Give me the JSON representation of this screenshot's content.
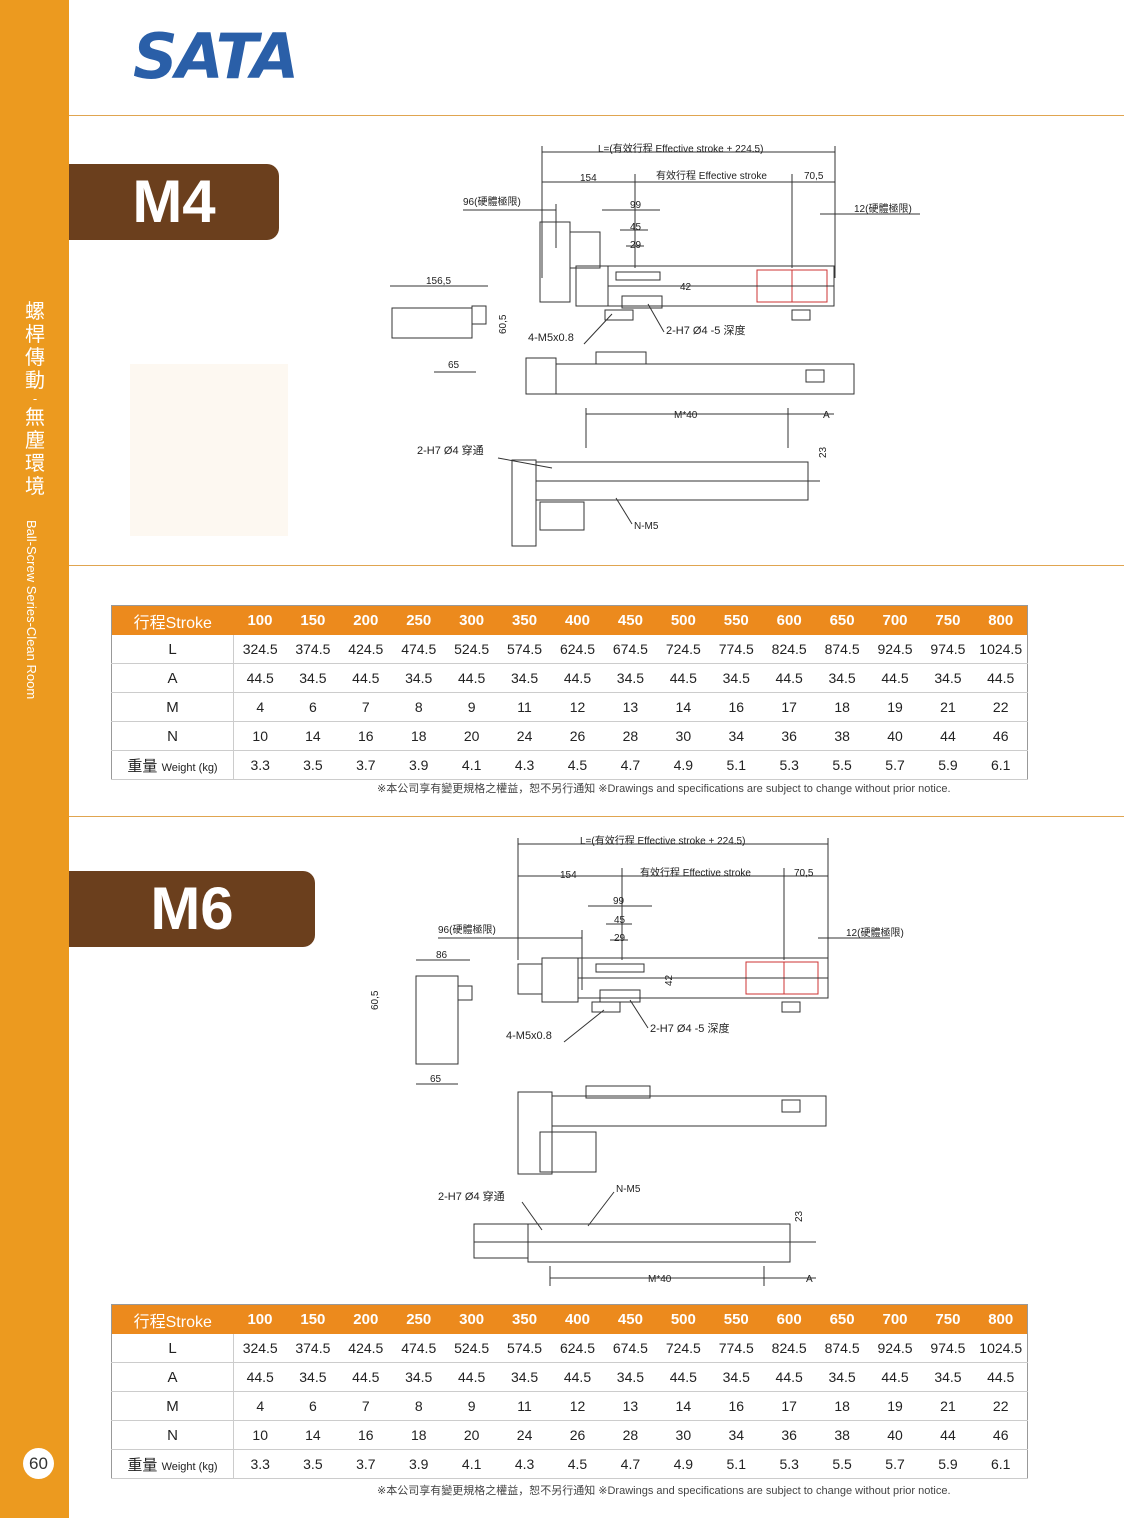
{
  "brand": "SATA",
  "page_number": "60",
  "sidebar": {
    "title_cn": [
      "螺",
      "桿",
      "傳",
      "動",
      "-",
      "無",
      "塵",
      "環",
      "境"
    ],
    "title_en": "Ball-Screw Series-Clean Room"
  },
  "colors": {
    "sidebar": "#ec9a1f",
    "model_tab": "#6b3f1d",
    "table_header": "#ec8a1d",
    "logo": "#2a5fa8"
  },
  "sections": [
    {
      "model": "M4",
      "labels": {
        "L_formula": "L=(有效行程 Effective stroke + 224.5)",
        "d154": "154",
        "effective": "有效行程 Effective stroke",
        "d70": "70,5",
        "d96": "96(硬體極限)",
        "d12": "12(硬體極限)",
        "d99": "99",
        "d45": "45",
        "d29": "29",
        "d42": "42",
        "d156": "156,5",
        "d605": "60,5",
        "d65": "65",
        "m5": "4-M5x0.8",
        "h7depth": "2-H7 Ø4 -5 深度",
        "h7thru": "2-H7 Ø4 穿通",
        "m40": "M*40",
        "a": "A",
        "d23": "23",
        "nm5": "N-M5"
      },
      "table": {
        "header_label": "行程Stroke",
        "strokes": [
          "100",
          "150",
          "200",
          "250",
          "300",
          "350",
          "400",
          "450",
          "500",
          "550",
          "600",
          "650",
          "700",
          "750",
          "800"
        ],
        "rows": [
          {
            "label": "L",
            "values": [
              "324.5",
              "374.5",
              "424.5",
              "474.5",
              "524.5",
              "574.5",
              "624.5",
              "674.5",
              "724.5",
              "774.5",
              "824.5",
              "874.5",
              "924.5",
              "974.5",
              "1024.5"
            ]
          },
          {
            "label": "A",
            "values": [
              "44.5",
              "34.5",
              "44.5",
              "34.5",
              "44.5",
              "34.5",
              "44.5",
              "34.5",
              "44.5",
              "34.5",
              "44.5",
              "34.5",
              "44.5",
              "34.5",
              "44.5"
            ]
          },
          {
            "label": "M",
            "values": [
              "4",
              "6",
              "7",
              "8",
              "9",
              "11",
              "12",
              "13",
              "14",
              "16",
              "17",
              "18",
              "19",
              "21",
              "22"
            ]
          },
          {
            "label": "N",
            "values": [
              "10",
              "14",
              "16",
              "18",
              "20",
              "24",
              "26",
              "28",
              "30",
              "34",
              "36",
              "38",
              "40",
              "44",
              "46"
            ]
          }
        ],
        "weight_label_cn": "重量",
        "weight_label_en": "Weight (kg)",
        "weight_values": [
          "3.3",
          "3.5",
          "3.7",
          "3.9",
          "4.1",
          "4.3",
          "4.5",
          "4.7",
          "4.9",
          "5.1",
          "5.3",
          "5.5",
          "5.7",
          "5.9",
          "6.1"
        ]
      },
      "notice": "※本公司享有變更規格之權益，恕不另行通知 ※Drawings and specifications are subject to change without prior notice."
    },
    {
      "model": "M6",
      "labels": {
        "L_formula": "L=(有效行程 Effective stroke + 224.5)",
        "d154": "154",
        "effective": "有效行程 Effective stroke",
        "d70": "70,5",
        "d96": "96(硬體極限)",
        "d12": "12(硬體極限)",
        "d99": "99",
        "d45": "45",
        "d29": "29",
        "d42": "42",
        "d86": "86",
        "d605": "60,5",
        "d65": "65",
        "m5": "4-M5x0.8",
        "h7depth": "2-H7 Ø4 -5 深度",
        "h7thru": "2-H7 Ø4 穿通",
        "m40": "M*40",
        "a": "A",
        "d23": "23",
        "nm5": "N-M5"
      },
      "table": {
        "header_label": "行程Stroke",
        "strokes": [
          "100",
          "150",
          "200",
          "250",
          "300",
          "350",
          "400",
          "450",
          "500",
          "550",
          "600",
          "650",
          "700",
          "750",
          "800"
        ],
        "rows": [
          {
            "label": "L",
            "values": [
              "324.5",
              "374.5",
              "424.5",
              "474.5",
              "524.5",
              "574.5",
              "624.5",
              "674.5",
              "724.5",
              "774.5",
              "824.5",
              "874.5",
              "924.5",
              "974.5",
              "1024.5"
            ]
          },
          {
            "label": "A",
            "values": [
              "44.5",
              "34.5",
              "44.5",
              "34.5",
              "44.5",
              "34.5",
              "44.5",
              "34.5",
              "44.5",
              "34.5",
              "44.5",
              "34.5",
              "44.5",
              "34.5",
              "44.5"
            ]
          },
          {
            "label": "M",
            "values": [
              "4",
              "6",
              "7",
              "8",
              "9",
              "11",
              "12",
              "13",
              "14",
              "16",
              "17",
              "18",
              "19",
              "21",
              "22"
            ]
          },
          {
            "label": "N",
            "values": [
              "10",
              "14",
              "16",
              "18",
              "20",
              "24",
              "26",
              "28",
              "30",
              "34",
              "36",
              "38",
              "40",
              "44",
              "46"
            ]
          }
        ],
        "weight_label_cn": "重量",
        "weight_label_en": "Weight (kg)",
        "weight_values": [
          "3.3",
          "3.5",
          "3.7",
          "3.9",
          "4.1",
          "4.3",
          "4.5",
          "4.7",
          "4.9",
          "5.1",
          "5.3",
          "5.5",
          "5.7",
          "5.9",
          "6.1"
        ]
      },
      "notice": "※本公司享有變更規格之權益，恕不另行通知 ※Drawings and specifications are subject to change without prior notice."
    }
  ]
}
